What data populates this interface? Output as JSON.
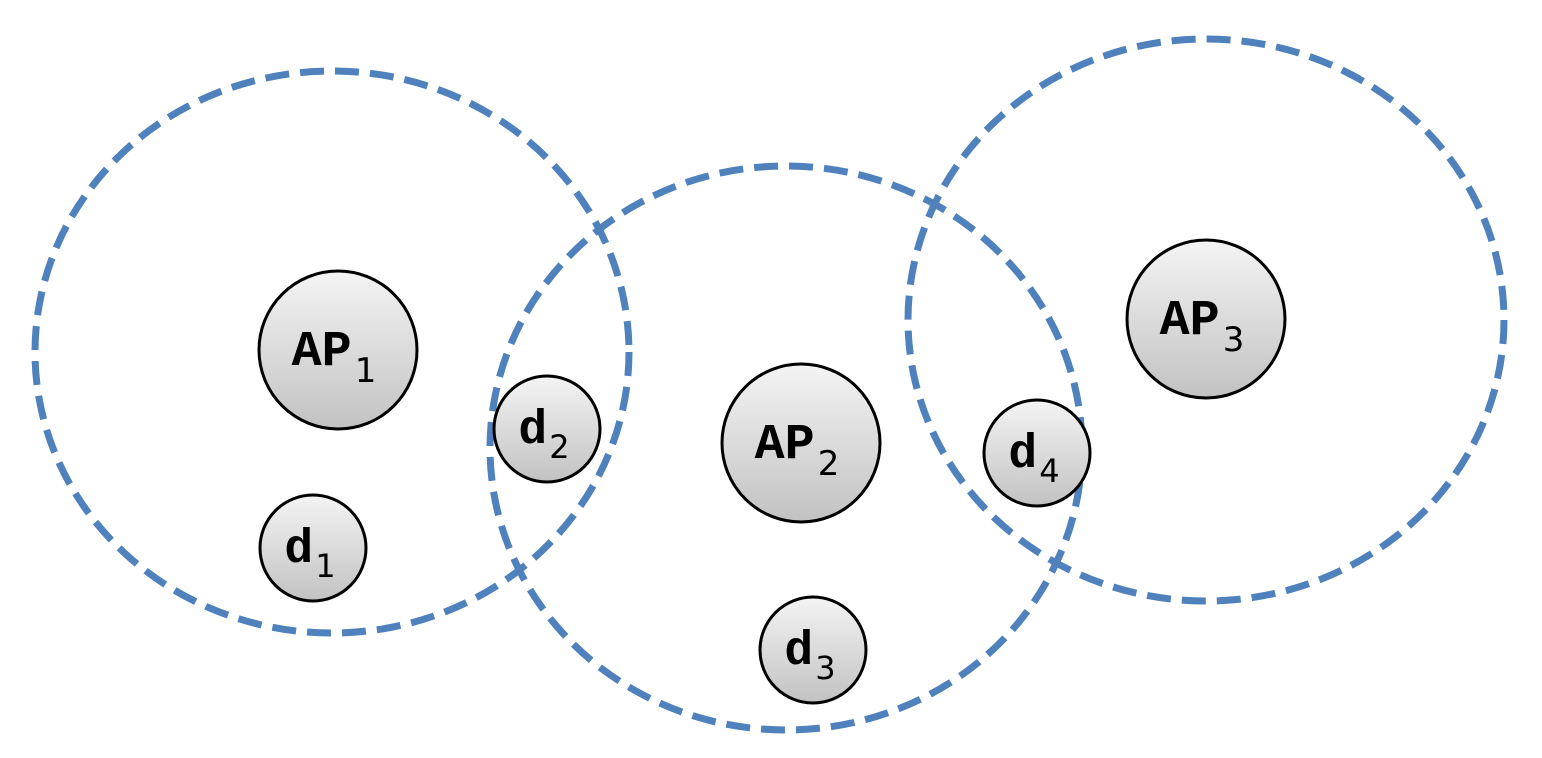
{
  "colors": {
    "coverage_stroke": "#4f81bd",
    "node_fill_top": "#f4f4f4",
    "node_fill_bottom": "#c2c2c2",
    "node_stroke": "#000000"
  },
  "coverage_areas": [
    {
      "of": "AP1"
    },
    {
      "of": "AP2"
    },
    {
      "of": "AP3"
    }
  ],
  "nodes": {
    "ap1": {
      "label": "AP",
      "sub": "1"
    },
    "ap2": {
      "label": "AP",
      "sub": "2"
    },
    "ap3": {
      "label": "AP",
      "sub": "3"
    },
    "d1": {
      "label": "d",
      "sub": "1"
    },
    "d2": {
      "label": "d",
      "sub": "2"
    },
    "d3": {
      "label": "d",
      "sub": "3"
    },
    "d4": {
      "label": "d",
      "sub": "4"
    }
  }
}
